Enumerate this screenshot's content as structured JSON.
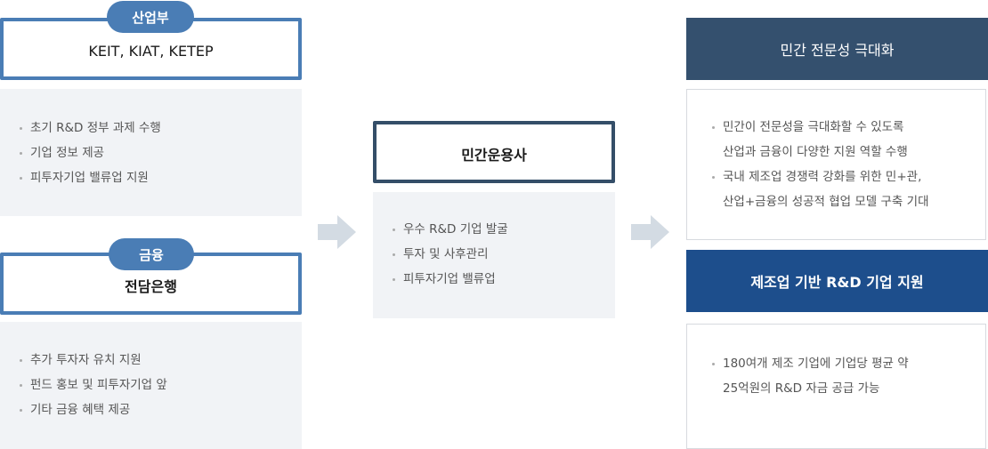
{
  "left": {
    "top": {
      "badge": "산업부",
      "title": "KEIT, KIAT, KETEP",
      "items": [
        "초기 R&D 정부 과제 수행",
        "기업 정보 제공",
        "피투자기업 밸류업 지원"
      ]
    },
    "bottom": {
      "badge": "금융",
      "title": "전담은행",
      "items": [
        "추가 투자자 유치 지원",
        "펀드 홍보 및 피투자기업 앞",
        "기타 금융 혜택 제공"
      ]
    }
  },
  "middle": {
    "title": "민간운용사",
    "items": [
      "우수 R&D 기업 발굴",
      "투자 및 사후관리",
      "피투자기업 밸류업"
    ]
  },
  "right": {
    "top": {
      "header": "민간 전문성 극대화",
      "items": [
        [
          "민간이 전문성을 극대화할 수 있도록",
          "산업과 금융이 다양한 지원 역할 수행"
        ],
        [
          "국내 제조업 경쟁력 강화를 위한 민+관,",
          "산업+금융의 성공적 협업 모델 구축 기대"
        ]
      ]
    },
    "bottom": {
      "header": "제조업 기반 R&D 기업 지원",
      "items": [
        [
          "180여개 제조 기업에 기업당 평균 약",
          "25억원의 R&D 자금 공급 가능"
        ]
      ]
    }
  },
  "icons": {
    "arrow": "right-arrow-icon"
  },
  "colors": {
    "badge": "#4a7db5",
    "outline_dark": "#344e68",
    "header_navy": "#34506e",
    "header_blue": "#1d4e8c",
    "panel_gray": "#f1f3f6",
    "arrow": "#d3dbe3"
  }
}
